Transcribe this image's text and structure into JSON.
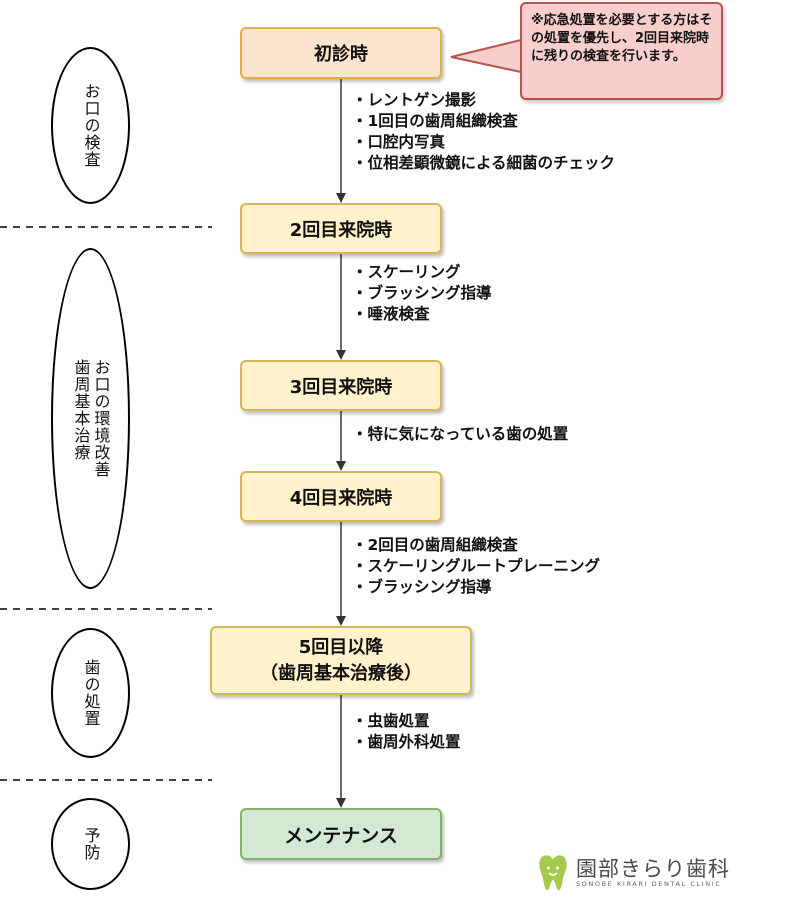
{
  "phases": [
    {
      "label": "お口の検査"
    },
    {
      "label": "お口の環境改善\n歯周基本治療"
    },
    {
      "label": "歯の処置"
    },
    {
      "label": "予防"
    }
  ],
  "steps": [
    {
      "label": "初診時"
    },
    {
      "label": "2回目来院時"
    },
    {
      "label": "3回目来院時"
    },
    {
      "label": "4回目来院時"
    },
    {
      "label": "5回目以降\n（歯周基本治療後）"
    },
    {
      "label": "メンテナンス"
    }
  ],
  "actions": [
    [
      "レントゲン撮影",
      "1回目の歯周組織検査",
      "口腔内写真",
      "位相差顕微鏡による細菌のチェック"
    ],
    [
      "スケーリング",
      "ブラッシング指導",
      "唾液検査"
    ],
    [
      "特に気になっている歯の処置"
    ],
    [
      "2回目の歯周組織検査",
      "スケーリングルートプレーニング",
      "ブラッシング指導"
    ],
    [
      "虫歯処置",
      "歯周外科処置"
    ]
  ],
  "note": "※応急処置を必要とする方はその処置を優先し、2回目来院時に残りの検査を行います。",
  "logo": {
    "name": "園部きらり歯科",
    "subtitle": "SONOBE KIRARI DENTAL CLINIC"
  },
  "colors": {
    "step_fill": "#fff2cc",
    "first_step_fill": "#fde4cf",
    "maintenance_fill": "#d5e8d4",
    "note_fill": "#f8cecc",
    "logo_accent": "#a5c94b"
  }
}
